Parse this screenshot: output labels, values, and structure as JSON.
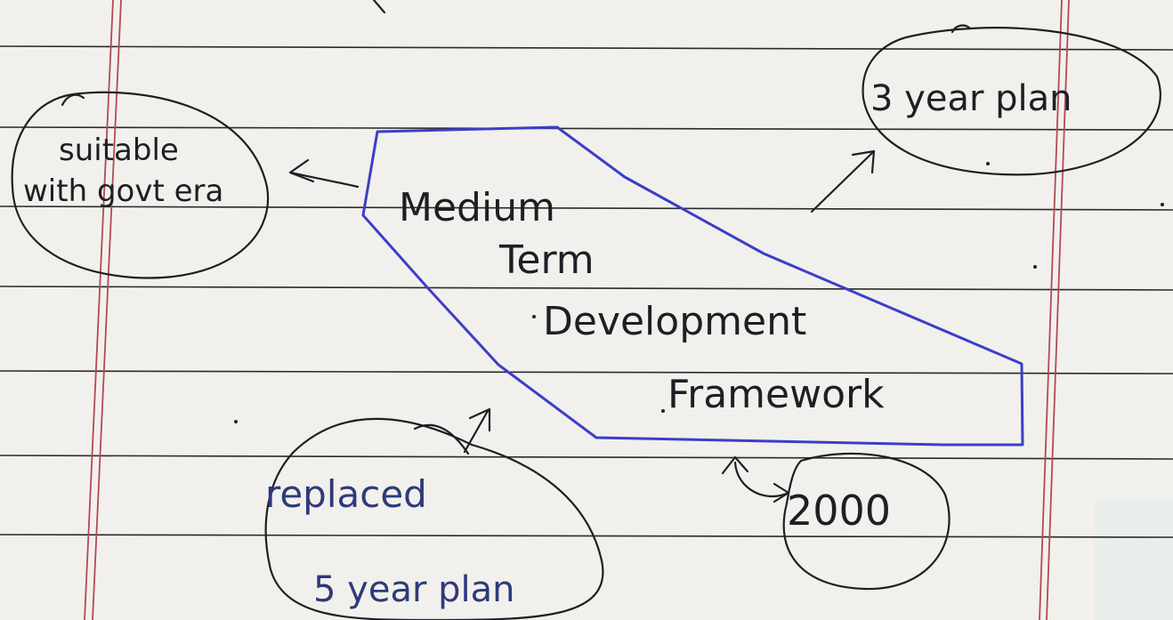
{
  "central": {
    "lines": [
      "Medium",
      "Term",
      "Development",
      "Framework"
    ]
  },
  "bubbles": {
    "suitable": [
      "suitable",
      "with govt era"
    ],
    "three_year": [
      "3 year plan"
    ],
    "replaced": [
      "replaced",
      "5 year plan"
    ],
    "year": [
      "2000"
    ]
  },
  "colors": {
    "paper": "#f3f1ee",
    "ink": "#1e1f24",
    "shape_outline": "#3c3ec8",
    "margin_line": "#b24a55"
  }
}
